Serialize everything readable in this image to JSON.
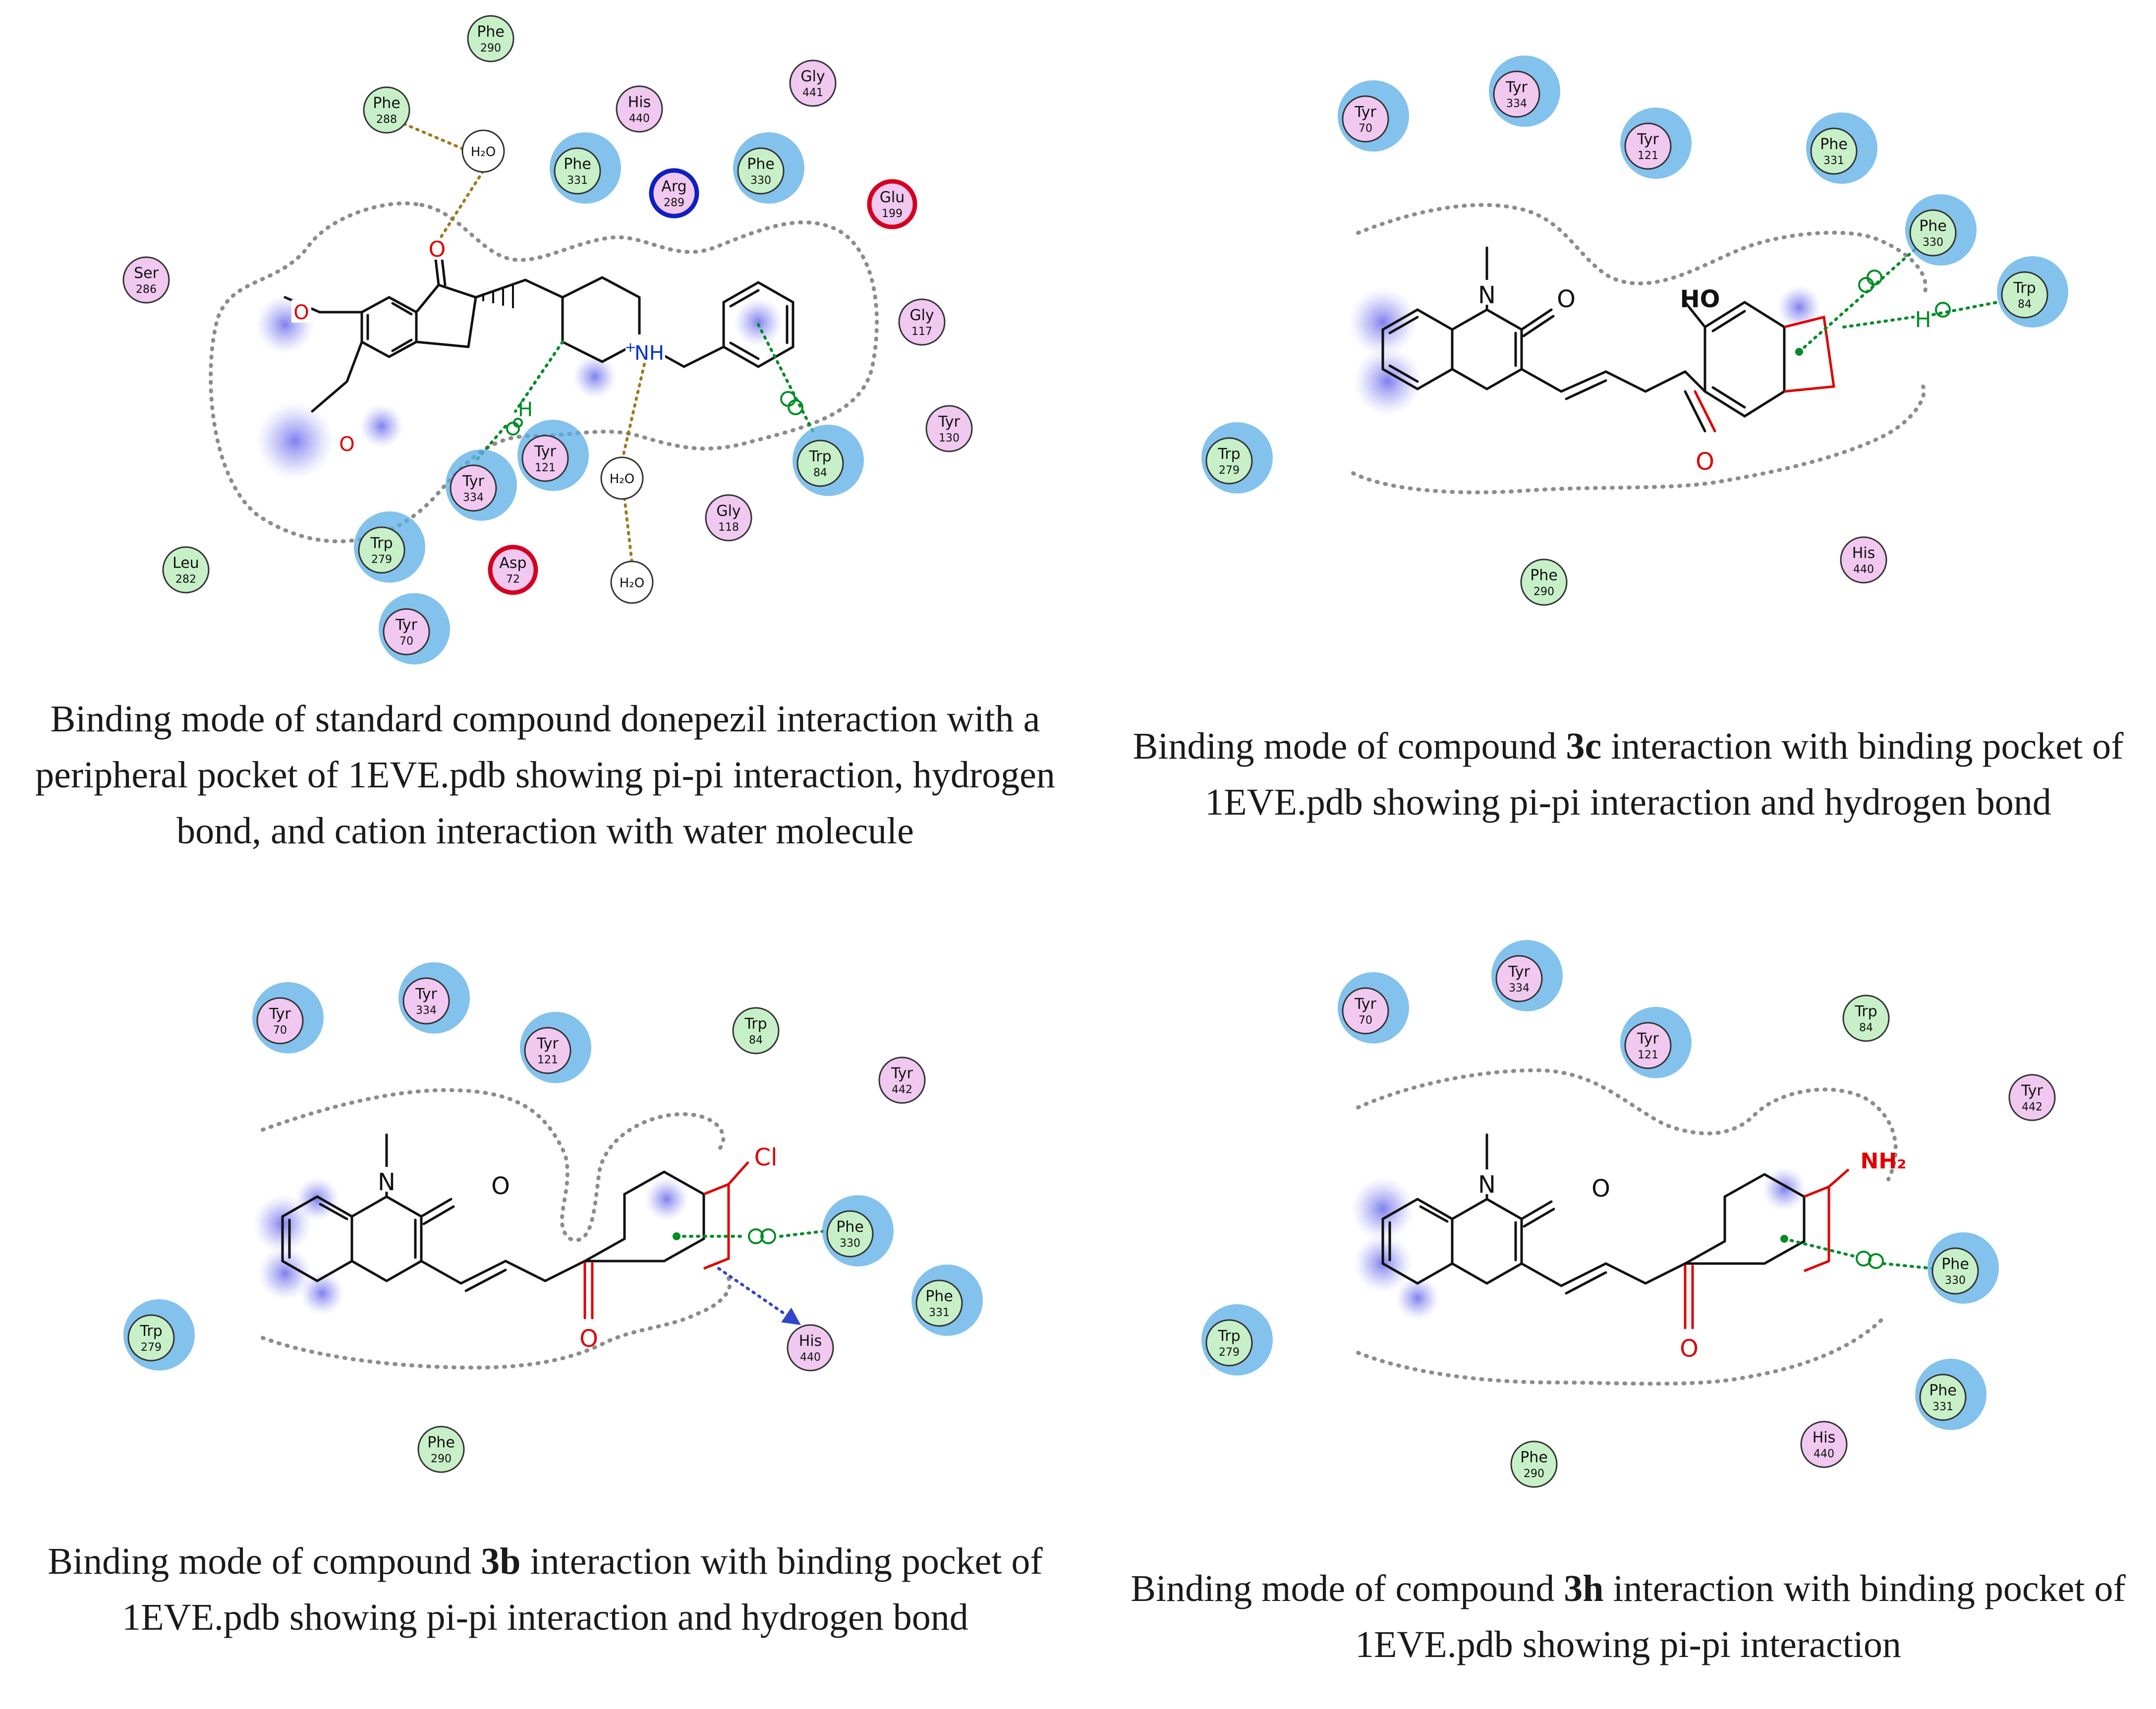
{
  "colors": {
    "residue_polar": "#f0c8f0",
    "residue_hydrophobic": "#c8f0c8",
    "acidic_ring": "#d40020",
    "basic_ring": "#1020c0",
    "exposure_halo": "#5aaee6",
    "ligand_halo": "#8c8cf0",
    "pi_pi": "#008c28",
    "water_contact": "#a0781e",
    "hbond_arrow": "#3246c8",
    "substituent": "#e00000",
    "amine": "#0033cc"
  },
  "panels": [
    {
      "id": "donepezil",
      "residues": [
        {
          "name": "Phe",
          "num": "290",
          "type": "hydrophobic"
        },
        {
          "name": "Phe",
          "num": "288",
          "type": "hydrophobic"
        },
        {
          "name": "His",
          "num": "440",
          "type": "polar"
        },
        {
          "name": "Gly",
          "num": "441",
          "type": "polar"
        },
        {
          "name": "Phe",
          "num": "331",
          "type": "hydrophobic",
          "halo": true
        },
        {
          "name": "Arg",
          "num": "289",
          "type": "basic"
        },
        {
          "name": "Phe",
          "num": "330",
          "type": "hydrophobic",
          "halo": true
        },
        {
          "name": "Glu",
          "num": "199",
          "type": "acidic"
        },
        {
          "name": "Ser",
          "num": "286",
          "type": "polar"
        },
        {
          "name": "Gly",
          "num": "117",
          "type": "polar"
        },
        {
          "name": "Tyr",
          "num": "130",
          "type": "polar"
        },
        {
          "name": "Tyr",
          "num": "334",
          "type": "polar",
          "halo": true
        },
        {
          "name": "Tyr",
          "num": "121",
          "type": "polar",
          "halo": true
        },
        {
          "name": "Trp",
          "num": "84",
          "type": "hydrophobic",
          "halo": true
        },
        {
          "name": "Gly",
          "num": "118",
          "type": "polar"
        },
        {
          "name": "Leu",
          "num": "282",
          "type": "hydrophobic"
        },
        {
          "name": "Trp",
          "num": "279",
          "type": "hydrophobic",
          "halo": true
        },
        {
          "name": "Asp",
          "num": "72",
          "type": "acidic"
        },
        {
          "name": "Tyr",
          "num": "70",
          "type": "polar",
          "halo": true
        }
      ],
      "waters": [
        {
          "label": "H₂O"
        },
        {
          "label": "H₂O"
        },
        {
          "label": "H₂O"
        }
      ],
      "atoms": {
        "carbonyl_o": "O",
        "ether_o1": "O",
        "ether_o2": "O",
        "h": "H",
        "plus": "+",
        "nh": "NH"
      }
    },
    {
      "id": "3c",
      "residues": [
        {
          "name": "Tyr",
          "num": "70",
          "type": "polar",
          "halo": true
        },
        {
          "name": "Tyr",
          "num": "334",
          "type": "polar",
          "halo": true
        },
        {
          "name": "Tyr",
          "num": "121",
          "type": "polar",
          "halo": true
        },
        {
          "name": "Phe",
          "num": "331",
          "type": "hydrophobic",
          "halo": true
        },
        {
          "name": "Phe",
          "num": "330",
          "type": "hydrophobic",
          "halo": true
        },
        {
          "name": "Trp",
          "num": "84",
          "type": "hydrophobic",
          "halo": true
        },
        {
          "name": "Trp",
          "num": "279",
          "type": "hydrophobic",
          "halo": true
        },
        {
          "name": "Phe",
          "num": "290",
          "type": "hydrophobic"
        },
        {
          "name": "His",
          "num": "440",
          "type": "polar"
        }
      ],
      "atoms": {
        "n": "N",
        "o": "O",
        "ho": "HO",
        "ketone_o": "O",
        "h": "H"
      }
    },
    {
      "id": "3b",
      "residues": [
        {
          "name": "Tyr",
          "num": "70",
          "type": "polar",
          "halo": true
        },
        {
          "name": "Tyr",
          "num": "334",
          "type": "polar",
          "halo": true
        },
        {
          "name": "Tyr",
          "num": "121",
          "type": "polar",
          "halo": true
        },
        {
          "name": "Trp",
          "num": "84",
          "type": "hydrophobic"
        },
        {
          "name": "Tyr",
          "num": "442",
          "type": "polar"
        },
        {
          "name": "Phe",
          "num": "330",
          "type": "hydrophobic",
          "halo": true
        },
        {
          "name": "Phe",
          "num": "331",
          "type": "hydrophobic",
          "halo": true
        },
        {
          "name": "His",
          "num": "440",
          "type": "polar"
        },
        {
          "name": "Trp",
          "num": "279",
          "type": "hydrophobic",
          "halo": true
        },
        {
          "name": "Phe",
          "num": "290",
          "type": "hydrophobic"
        }
      ],
      "atoms": {
        "n": "N",
        "o": "O",
        "ketone_o": "O",
        "cl": "Cl"
      }
    },
    {
      "id": "3h",
      "residues": [
        {
          "name": "Tyr",
          "num": "70",
          "type": "polar",
          "halo": true
        },
        {
          "name": "Tyr",
          "num": "334",
          "type": "polar",
          "halo": true
        },
        {
          "name": "Tyr",
          "num": "121",
          "type": "polar",
          "halo": true
        },
        {
          "name": "Trp",
          "num": "84",
          "type": "hydrophobic"
        },
        {
          "name": "Tyr",
          "num": "442",
          "type": "polar"
        },
        {
          "name": "Phe",
          "num": "330",
          "type": "hydrophobic",
          "halo": true
        },
        {
          "name": "Phe",
          "num": "331",
          "type": "hydrophobic",
          "halo": true
        },
        {
          "name": "His",
          "num": "440",
          "type": "polar"
        },
        {
          "name": "Trp",
          "num": "279",
          "type": "hydrophobic",
          "halo": true
        },
        {
          "name": "Phe",
          "num": "290",
          "type": "hydrophobic"
        }
      ],
      "atoms": {
        "n": "N",
        "o": "O",
        "ketone_o": "O",
        "nh2": "NH₂"
      }
    }
  ],
  "captions": {
    "donepezil": "Binding mode of standard compound donepezil interaction with a peripheral pocket of 1EVE.pdb showing pi-pi interaction, hydrogen bond, and cation interaction with water molecule",
    "c3c_pre": "Binding mode of compound ",
    "c3c_bold": "3c",
    "c3c_post": " interaction with binding pocket of 1EVE.pdb showing pi-pi interaction and hydrogen bond",
    "c3b_pre": "Binding mode of compound ",
    "c3b_bold": "3b",
    "c3b_post": " interaction with binding pocket of 1EVE.pdb showing pi-pi interaction and hydrogen bond",
    "c3h_pre": "Binding mode of compound ",
    "c3h_bold": "3h",
    "c3h_post": " interaction with binding pocket of 1EVE.pdb showing pi-pi interaction"
  }
}
